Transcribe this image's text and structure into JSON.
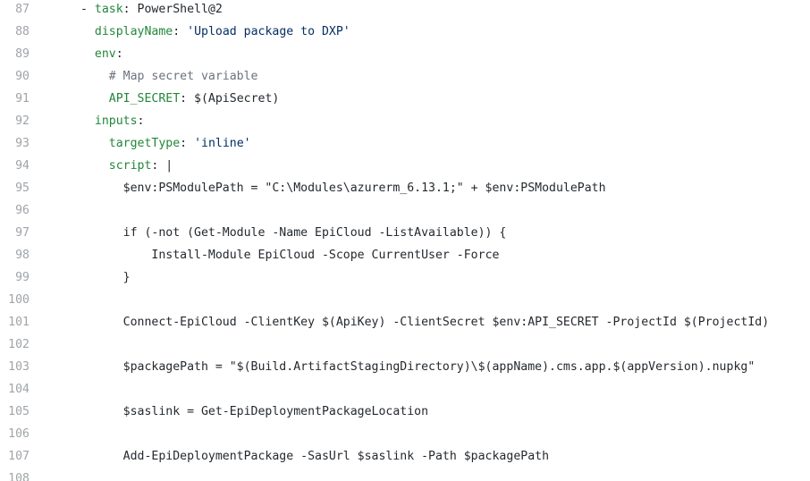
{
  "lines": [
    {
      "num": "87",
      "indent": "",
      "parts": [
        {
          "t": "- ",
          "c": "txt"
        },
        {
          "t": "task",
          "c": "key"
        },
        {
          "t": ": PowerShell@2",
          "c": "txt"
        }
      ]
    },
    {
      "num": "88",
      "indent": "  ",
      "parts": [
        {
          "t": "displayName",
          "c": "key"
        },
        {
          "t": ": ",
          "c": "txt"
        },
        {
          "t": "'Upload package to DXP'",
          "c": "str"
        }
      ]
    },
    {
      "num": "89",
      "indent": "  ",
      "parts": [
        {
          "t": "env",
          "c": "key"
        },
        {
          "t": ":",
          "c": "txt"
        }
      ]
    },
    {
      "num": "90",
      "indent": "    ",
      "parts": [
        {
          "t": "# Map secret variable",
          "c": "cmt"
        }
      ]
    },
    {
      "num": "91",
      "indent": "    ",
      "parts": [
        {
          "t": "API_SECRET",
          "c": "key"
        },
        {
          "t": ": $(ApiSecret)",
          "c": "txt"
        }
      ]
    },
    {
      "num": "92",
      "indent": "  ",
      "parts": [
        {
          "t": "inputs",
          "c": "key"
        },
        {
          "t": ":",
          "c": "txt"
        }
      ]
    },
    {
      "num": "93",
      "indent": "    ",
      "parts": [
        {
          "t": "targetType",
          "c": "key"
        },
        {
          "t": ": ",
          "c": "txt"
        },
        {
          "t": "'inline'",
          "c": "str"
        }
      ]
    },
    {
      "num": "94",
      "indent": "    ",
      "parts": [
        {
          "t": "script",
          "c": "key"
        },
        {
          "t": ": |",
          "c": "txt"
        }
      ]
    },
    {
      "num": "95",
      "indent": "      ",
      "parts": [
        {
          "t": "$env:PSModulePath = \"C:\\Modules\\azurerm_6.13.1;\" + $env:PSModulePath",
          "c": "txt"
        }
      ]
    },
    {
      "num": "96",
      "indent": "",
      "parts": []
    },
    {
      "num": "97",
      "indent": "      ",
      "parts": [
        {
          "t": "if (-not (Get-Module -Name EpiCloud -ListAvailable)) {",
          "c": "txt"
        }
      ]
    },
    {
      "num": "98",
      "indent": "          ",
      "parts": [
        {
          "t": "Install-Module EpiCloud -Scope CurrentUser -Force",
          "c": "txt"
        }
      ]
    },
    {
      "num": "99",
      "indent": "      ",
      "parts": [
        {
          "t": "}",
          "c": "txt"
        }
      ]
    },
    {
      "num": "100",
      "indent": "",
      "parts": []
    },
    {
      "num": "101",
      "indent": "      ",
      "parts": [
        {
          "t": "Connect-EpiCloud -ClientKey $(ApiKey) -ClientSecret $env:API_SECRET -ProjectId $(ProjectId)",
          "c": "txt"
        }
      ]
    },
    {
      "num": "102",
      "indent": "",
      "parts": []
    },
    {
      "num": "103",
      "indent": "      ",
      "parts": [
        {
          "t": "$packagePath = \"$(Build.ArtifactStagingDirectory)\\$(appName).cms.app.$(appVersion).nupkg\"",
          "c": "txt"
        }
      ]
    },
    {
      "num": "104",
      "indent": "",
      "parts": []
    },
    {
      "num": "105",
      "indent": "      ",
      "parts": [
        {
          "t": "$saslink = Get-EpiDeploymentPackageLocation",
          "c": "txt"
        }
      ]
    },
    {
      "num": "106",
      "indent": "",
      "parts": []
    },
    {
      "num": "107",
      "indent": "      ",
      "parts": [
        {
          "t": "Add-EpiDeploymentPackage -SasUrl $saslink -Path $packagePath",
          "c": "txt"
        }
      ]
    },
    {
      "num": "108",
      "indent": "",
      "parts": []
    }
  ],
  "colors": {
    "key": "#22863a",
    "string": "#032f62",
    "comment": "#6a737d",
    "text": "#24292e",
    "line_number": "#a0a4a8"
  }
}
